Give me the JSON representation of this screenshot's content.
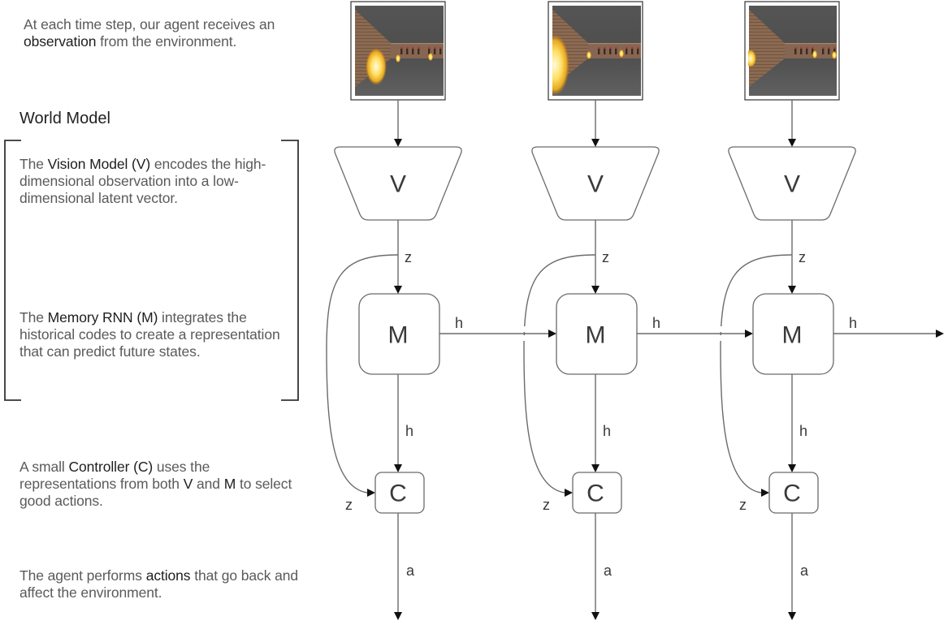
{
  "descriptions": {
    "observation": {
      "parts": [
        {
          "text": "At each time step, our agent receives an ",
          "bold": false
        },
        {
          "text": "observation",
          "bold": true
        },
        {
          "text": " from the environment.",
          "bold": false
        }
      ]
    },
    "world_model_title": "World Model",
    "vision": {
      "parts": [
        {
          "text": "The ",
          "bold": false
        },
        {
          "text": "Vision Model (V)",
          "bold": true
        },
        {
          "text": " encodes the high-dimensional observation into a low-dimensional latent vector.",
          "bold": false
        }
      ]
    },
    "memory": {
      "parts": [
        {
          "text": "The ",
          "bold": false
        },
        {
          "text": "Memory RNN (M)",
          "bold": true
        },
        {
          "text": " integrates the historical codes to create a representation that can predict future states.",
          "bold": false
        }
      ]
    },
    "controller": {
      "parts": [
        {
          "text": "A small ",
          "bold": false
        },
        {
          "text": "Controller (C)",
          "bold": true
        },
        {
          "text": " uses the representations from both ",
          "bold": false
        },
        {
          "text": "V",
          "bold": true
        },
        {
          "text": " and ",
          "bold": false
        },
        {
          "text": "M",
          "bold": true
        },
        {
          "text": " to select good actions.",
          "bold": false
        }
      ]
    },
    "actions": {
      "parts": [
        {
          "text": "The agent performs ",
          "bold": false
        },
        {
          "text": "actions",
          "bold": true
        },
        {
          "text": " that go back and affect the environment.",
          "bold": false
        }
      ]
    }
  },
  "diagram": {
    "nodes": {
      "vision_label": "V",
      "memory_label": "M",
      "controller_label": "C"
    },
    "edges": {
      "latent_label": "z",
      "hidden_label": "h",
      "action_label": "a"
    },
    "time_steps": [
      {
        "index": 1,
        "observation": "Doom corridor frame with fireball close on the left"
      },
      {
        "index": 2,
        "observation": "Doom corridor frame with fireball at the left edge"
      },
      {
        "index": 3,
        "observation": "Doom corridor frame with small fireball on the left wall"
      }
    ],
    "colors": {
      "line": "#6b6b6b",
      "arrow": "#111111",
      "floor": "#5a5a5a",
      "ceiling": "#4e4e4e",
      "wall": "#8a6a55",
      "fireball": "#ffd24a"
    }
  }
}
